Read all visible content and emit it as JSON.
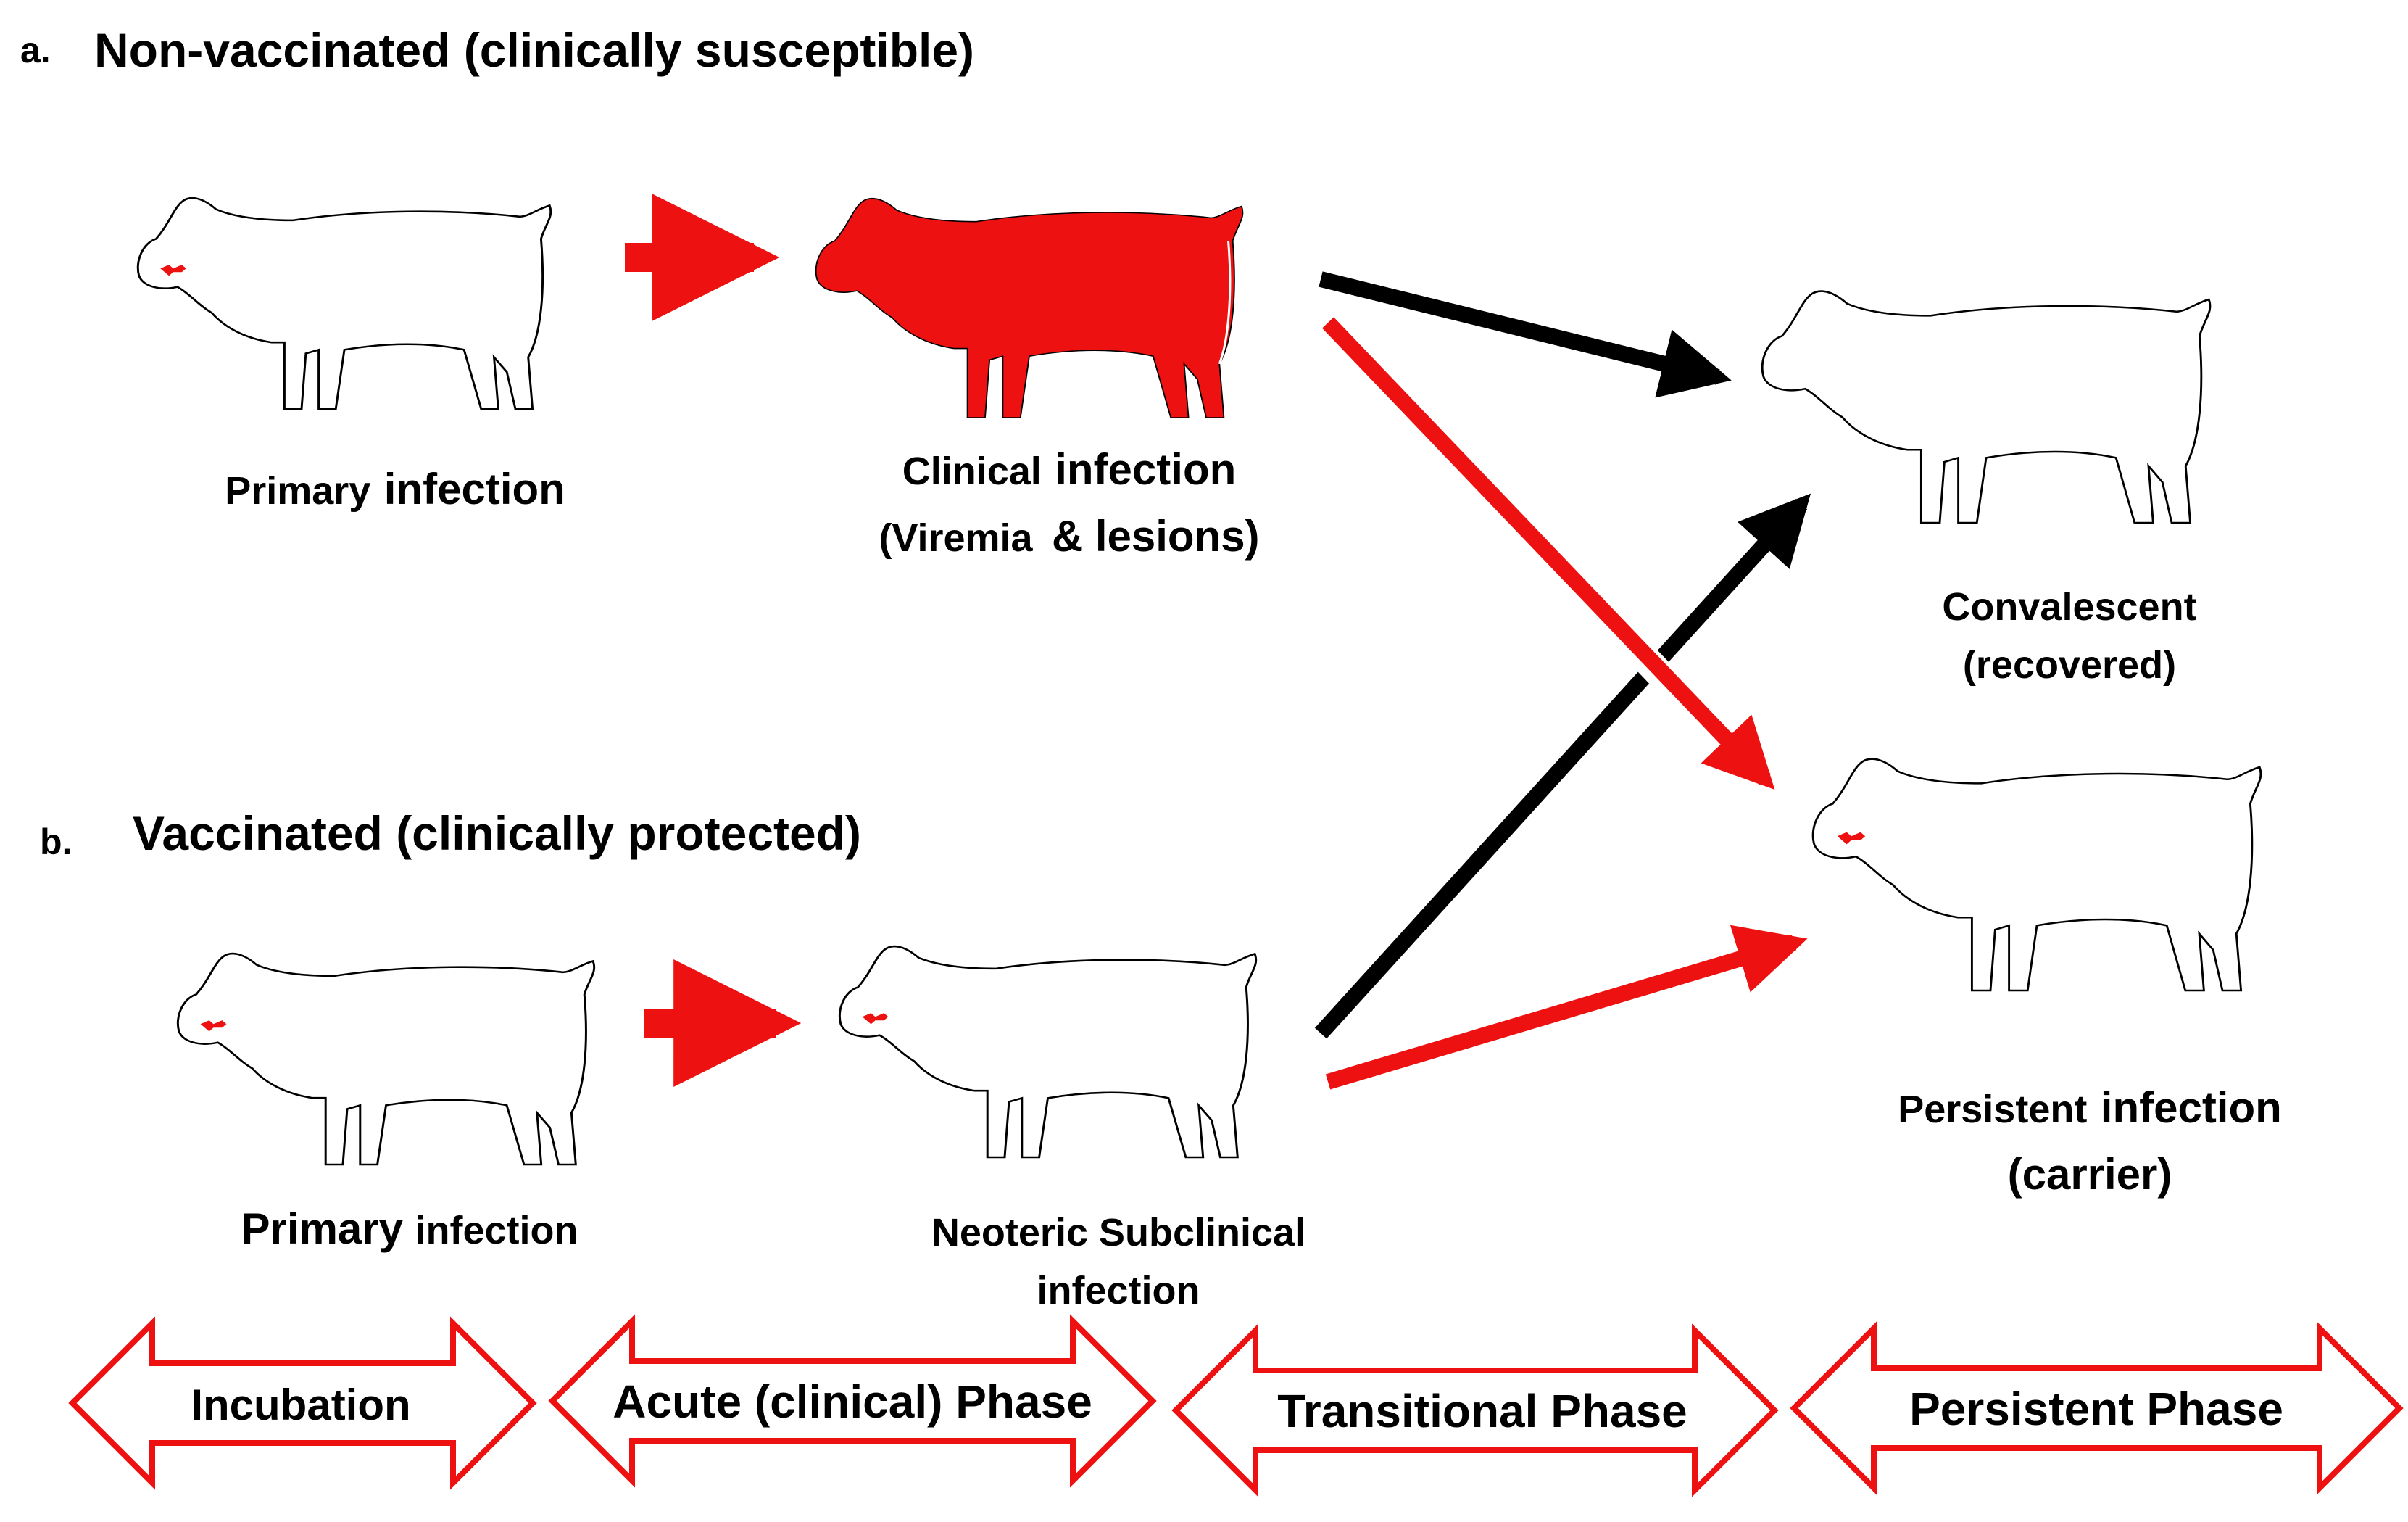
{
  "sections": {
    "a": {
      "letter": "a.",
      "title": "Non-vaccinated (clinically susceptible)"
    },
    "b": {
      "letter": "b.",
      "title": "Vaccinated (clinically protected)"
    }
  },
  "stages": {
    "a_primary": {
      "small": "Primary",
      "big": "infection"
    },
    "a_clinical": {
      "line1_small": "Clinical",
      "line1_big": "infection",
      "line2": "(Viremia",
      "line2_amp": "&",
      "line2_end": "lesions)"
    },
    "convalescent": {
      "line1": "Convalescent",
      "line2": "(recovered)"
    },
    "persistent": {
      "line1_small": "Persistent",
      "line1_big": "infection",
      "line2": "(carrier)"
    },
    "b_primary": {
      "big": "Primary",
      "small": "infection"
    },
    "b_neoteric": {
      "line1": "Neoteric Subclinical",
      "line2": "infection"
    }
  },
  "phases": [
    {
      "label": "Incubation"
    },
    {
      "label": "Acute (clinical) Phase"
    },
    {
      "label": "Transitional Phase"
    },
    {
      "label": "Persistent Phase"
    }
  ],
  "colors": {
    "red": "#ee1111",
    "black": "#000000",
    "white": "#ffffff"
  },
  "icons": {
    "cow": "cow-icon",
    "lesion": "lesion-mark-icon",
    "arrow": "arrow-icon",
    "phase_arrow": "double-arrow-icon"
  }
}
